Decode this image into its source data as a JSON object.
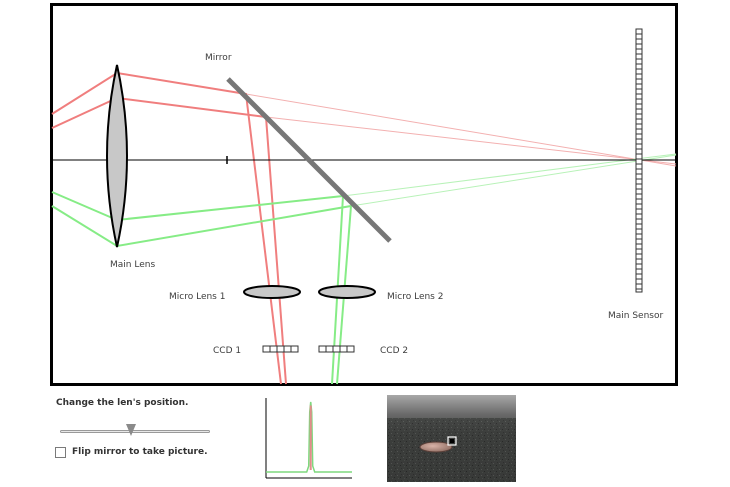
{
  "diagram": {
    "mirror_label": "Mirror",
    "main_lens_label": "Main Lens",
    "micro_lens_1_label": "Micro Lens 1",
    "micro_lens_2_label": "Micro Lens 2",
    "ccd_1_label": "CCD 1",
    "ccd_2_label": "CCD 2",
    "main_sensor_label": "Main Sensor",
    "ray_colors": {
      "red": "#f07e7e",
      "green": "#86ec86"
    }
  },
  "controls": {
    "lens_position_label": "Change the len's position.",
    "lens_position_value": 0.47,
    "flip_mirror_label": "Flip mirror to take picture.",
    "flip_mirror_checked": false
  },
  "focus_plot": {
    "peak_position": 0.52
  },
  "preview": {
    "subject": "coin on dark textured surface"
  }
}
